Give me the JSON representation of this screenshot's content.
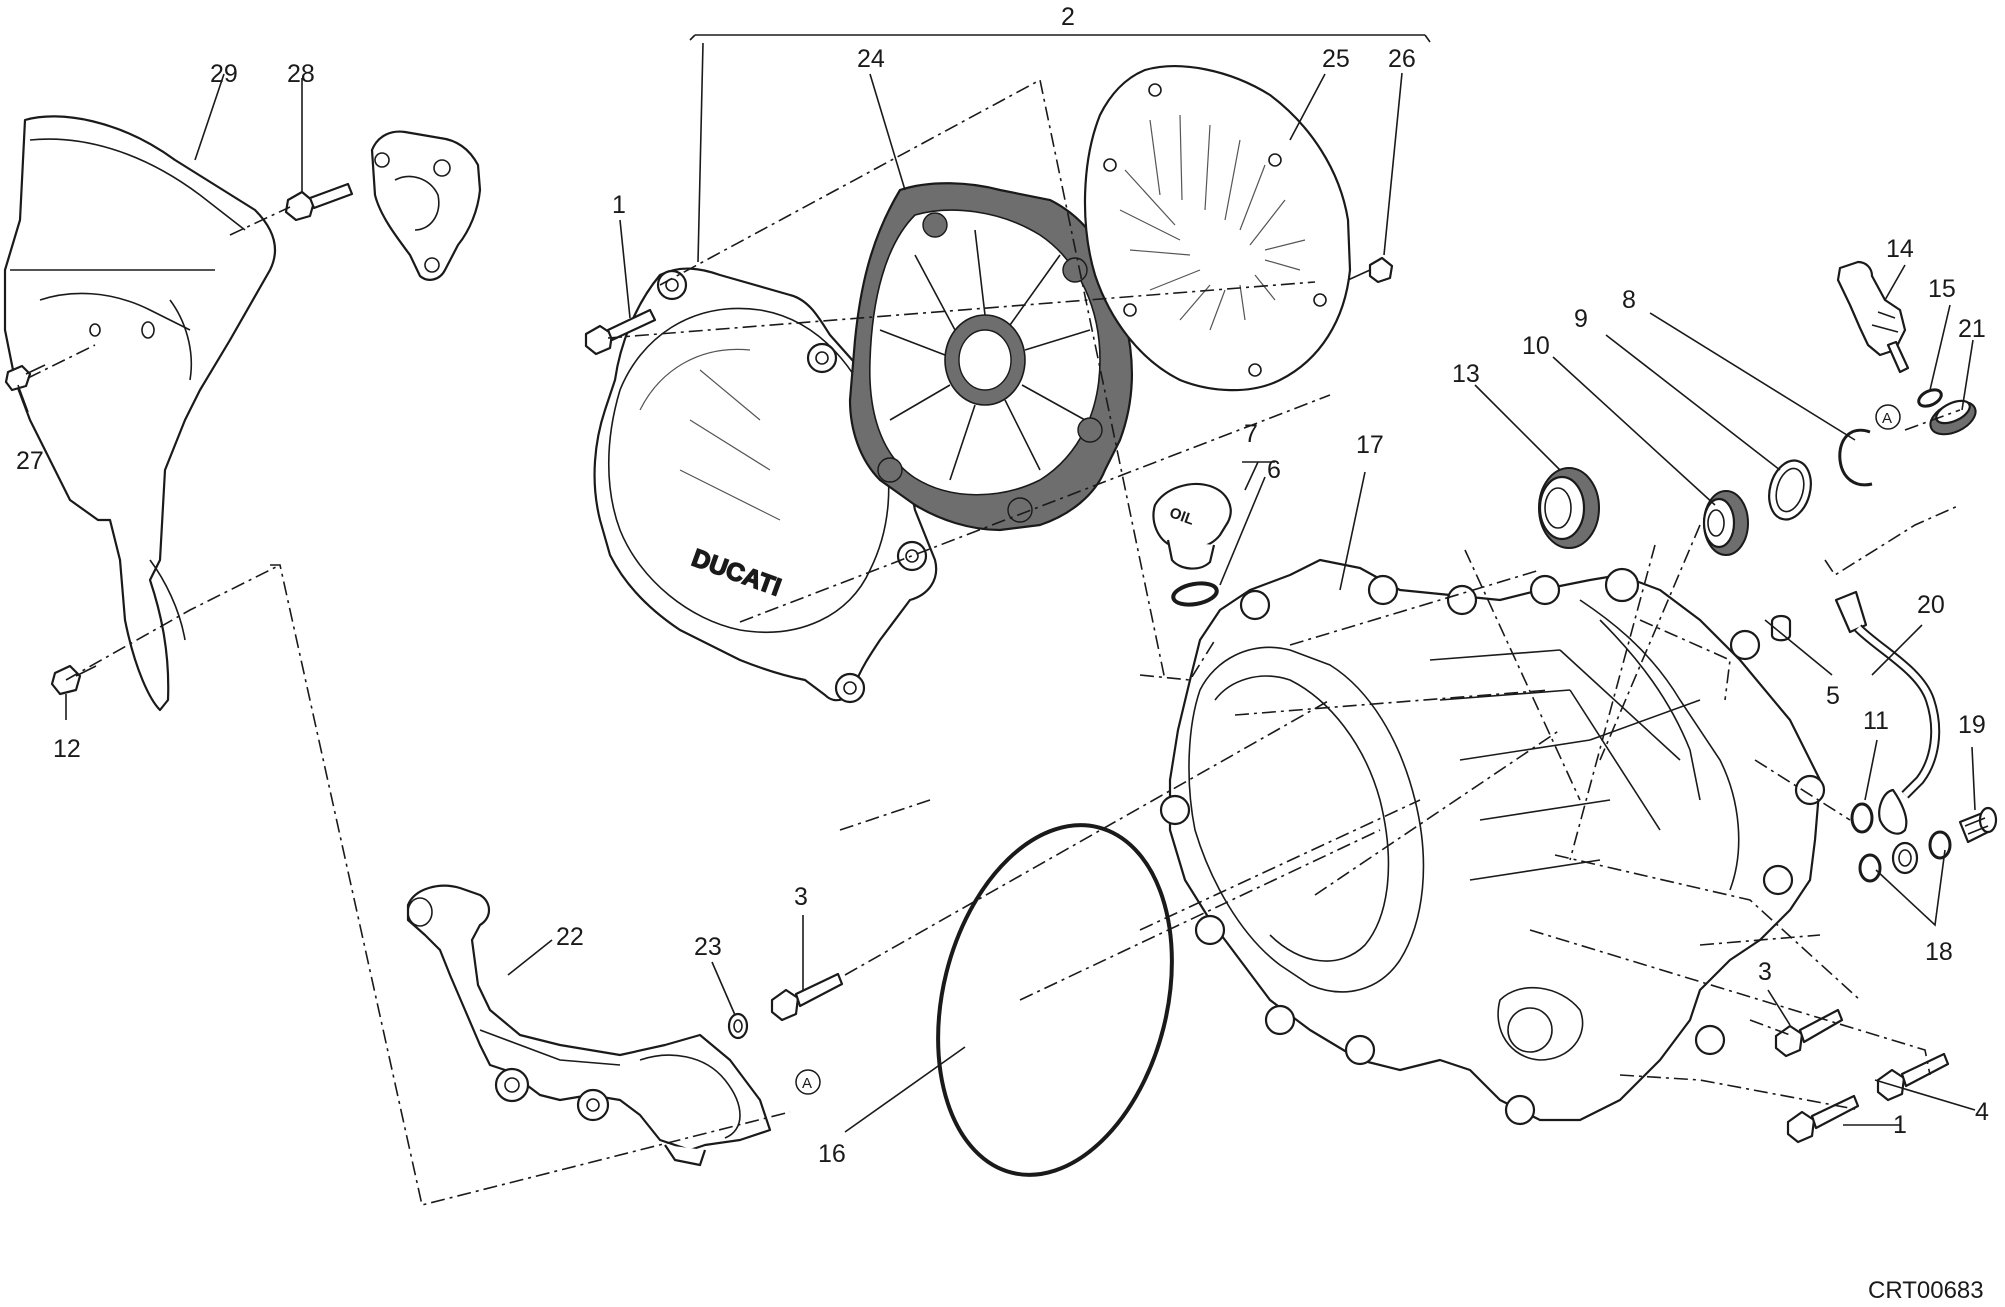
{
  "drawing_code": "CRT00683",
  "reference_marker": "A",
  "brand_logo_text": "DUCATI",
  "oil_cap_text": "OIL",
  "callouts": {
    "c1a": "1",
    "c1b": "1",
    "c2": "2",
    "c3a": "3",
    "c3b": "3",
    "c4": "4",
    "c5": "5",
    "c6": "6",
    "c7": "7",
    "c8": "8",
    "c9": "9",
    "c10": "10",
    "c11": "11",
    "c12": "12",
    "c13": "13",
    "c14": "14",
    "c15": "15",
    "c16": "16",
    "c17": "17",
    "c18": "18",
    "c19": "19",
    "c20": "20",
    "c21": "21",
    "c22": "22",
    "c23": "23",
    "c24": "24",
    "c25": "25",
    "c26": "26",
    "c27": "27",
    "c28": "28",
    "c29": "29"
  },
  "colors": {
    "ink": "#1a1a1a",
    "gasket_fill": "#6e6e6e",
    "background": "#ffffff"
  }
}
